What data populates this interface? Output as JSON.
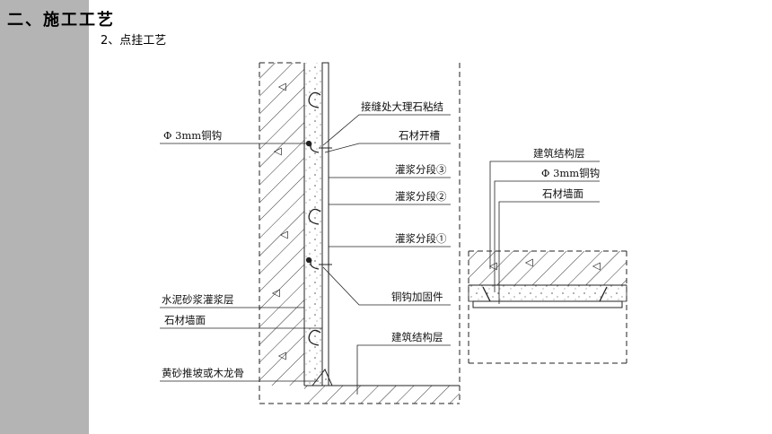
{
  "header": {
    "title": "二、施工工艺",
    "subtitle": "2、点挂工艺"
  },
  "diagram": {
    "left_labels": {
      "copper_hook": "Φ 3mm铜钩",
      "mortar_layer": "水泥砂浆灌浆层",
      "stone_face": "石材墙面",
      "sand_slope": "黄砂推坡或木龙骨"
    },
    "right_labels": {
      "joint_bond": "接缝处大理石粘结",
      "stone_slot": "石材开槽",
      "grout_3": "灌浆分段③",
      "grout_2": "灌浆分段②",
      "grout_1": "灌浆分段①",
      "hook_reinforce": "铜钩加固件",
      "structure_layer": "建筑结构层"
    },
    "detail_labels": {
      "structure_layer": "建筑结构层",
      "copper_hook": "Φ 3mm铜钩",
      "stone_face": "石材墙面"
    },
    "colors": {
      "side_bar": "#b4b4b4",
      "line": "#222222"
    }
  }
}
